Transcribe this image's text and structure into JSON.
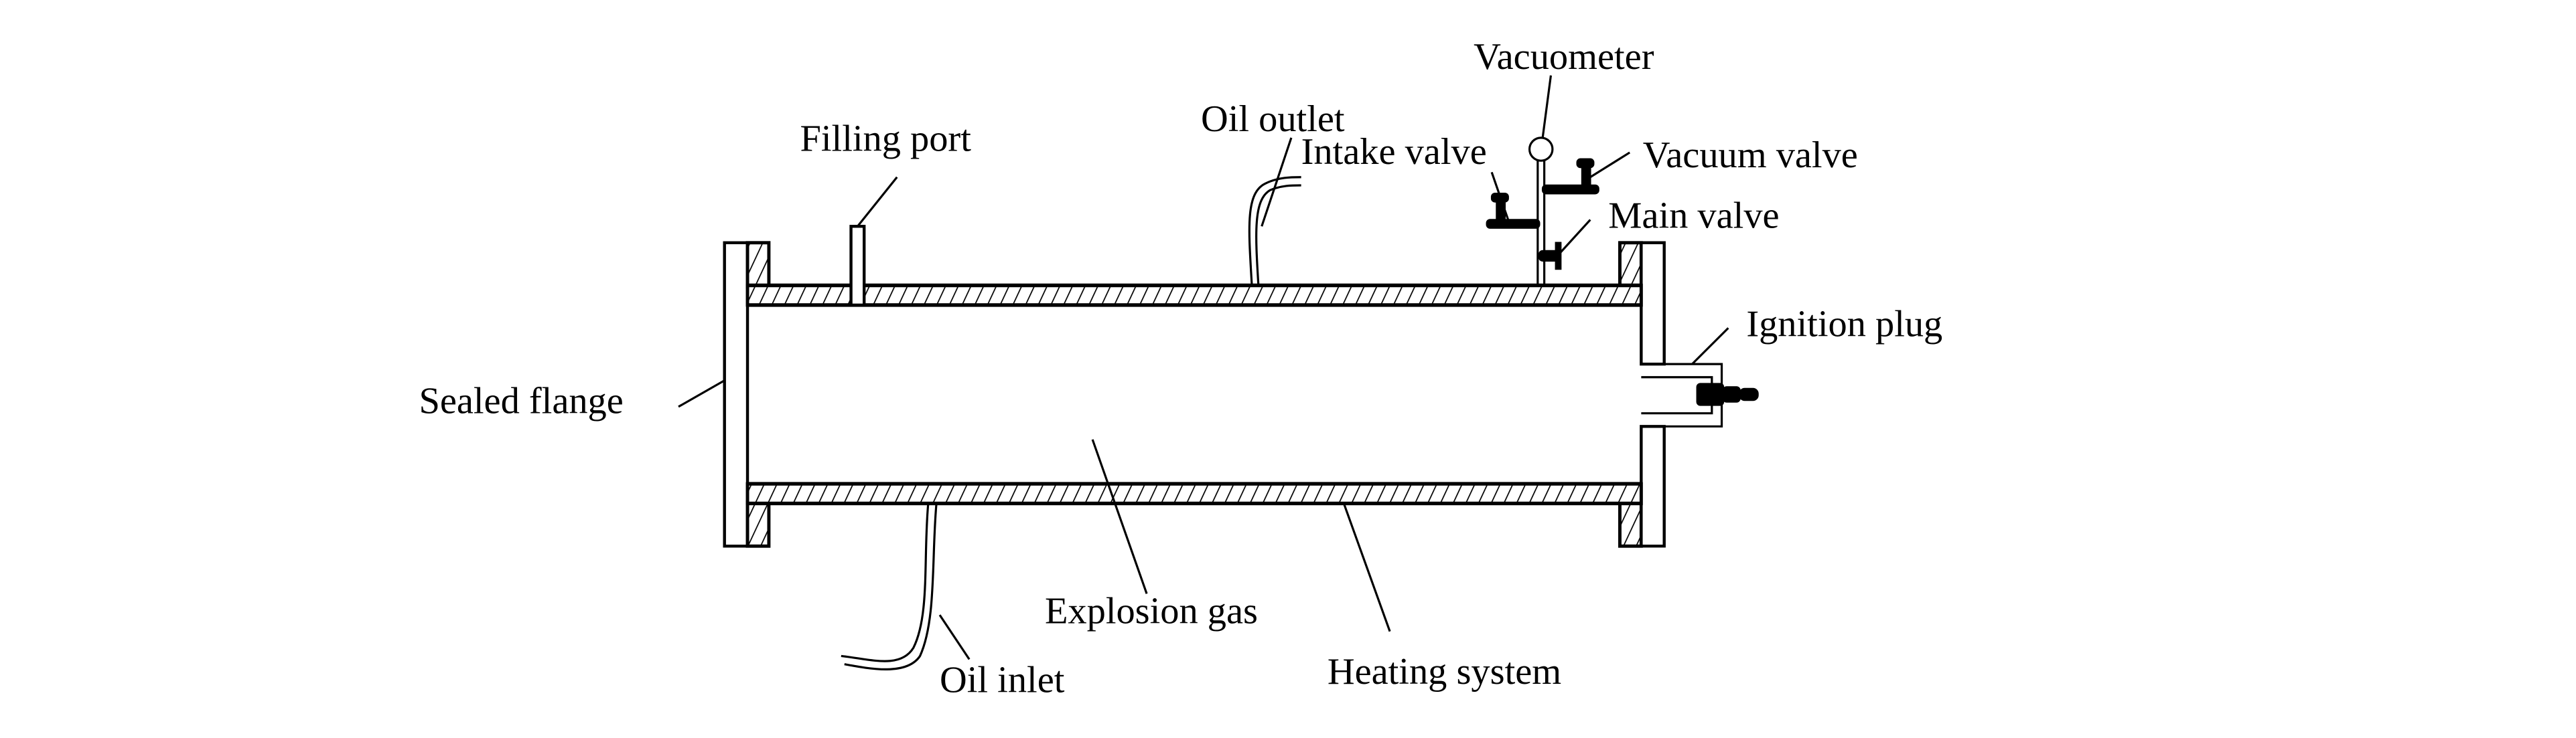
{
  "figure": {
    "type": "schematic",
    "subject": "Explosion test vessel",
    "colors": {
      "line": "#000000",
      "background": "#ffffff"
    }
  },
  "labels": {
    "vacuometer": "Vacuometer",
    "oil_outlet": "Oil outlet",
    "filling_port": "Filling port",
    "intake_valve": "Intake valve",
    "vacuum_valve": "Vacuum valve",
    "main_valve": "Main valve",
    "ignition_plug": "Ignition plug",
    "sealed_flange": "Sealed flange",
    "explosion_gas": "Explosion gas",
    "oil_inlet": "Oil inlet",
    "heating_system": "Heating system"
  },
  "components": [
    "Vacuometer",
    "Oil outlet",
    "Filling port",
    "Intake valve",
    "Vacuum valve",
    "Main valve",
    "Ignition plug",
    "Sealed flange",
    "Explosion gas",
    "Oil inlet",
    "Heating system"
  ]
}
